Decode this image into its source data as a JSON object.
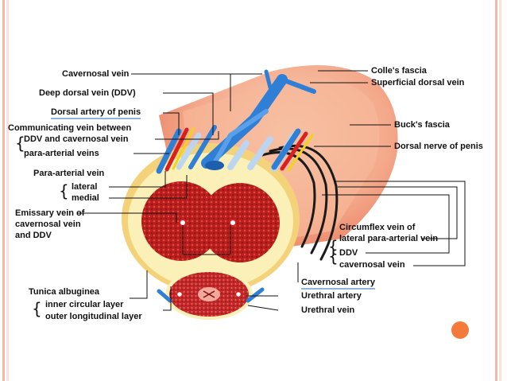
{
  "labels_left": {
    "cavernosal_vein": "Cavernosal vein",
    "deep_dorsal_vein": "Deep dorsal vein (DDV)",
    "dorsal_artery": "Dorsal artery of penis",
    "communicating_vein": "Communicating vein between",
    "ddv_and_cavernosal": "DDV and cavernosal vein",
    "para_arterial_veins": "para-arterial veins",
    "para_arterial_vein": "Para-arterial vein",
    "lateral": "lateral",
    "medial": "medial",
    "emissary_1": "Emissary vein of",
    "emissary_2": "cavernosal vein",
    "emissary_3": "and DDV",
    "tunica": "Tunica albuginea",
    "inner_layer": "inner circular layer",
    "outer_layer": "outer longitudinal layer"
  },
  "labels_right": {
    "colles_fascia": "Colle's fascia",
    "superficial_dorsal_vein": "Superficial dorsal vein",
    "bucks_fascia": "Buck's fascia",
    "dorsal_nerve": "Dorsal nerve of penis",
    "circumflex_1": "Circumflex vein of",
    "circumflex_2": "lateral para-arterial vein",
    "ddv": "DDV",
    "cavernosal_vein": "cavernosal vein",
    "cavernosal_artery": "Cavernosal artery",
    "urethral_artery": "Urethral artery",
    "urethral_vein": "Urethral vein"
  },
  "colors": {
    "stripe_dark": "#f4b8a6",
    "stripe_light": "#fbe3da",
    "accent_dot": "#f47a3c",
    "underline": "#8fb3e0",
    "tissue": "#b81e1e",
    "tunica": "#fbf1b8",
    "skin": "#f4a88a",
    "vein": "#2f7fd6",
    "artery": "#d82020",
    "nerve": "#f2d316"
  }
}
